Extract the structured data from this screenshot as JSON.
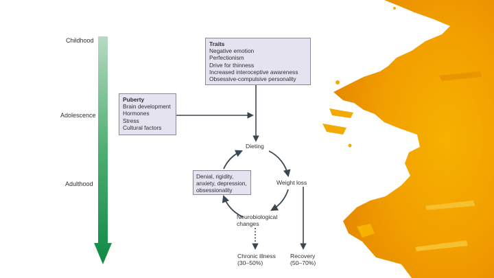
{
  "timeline": {
    "stages": [
      "Childhood",
      "Adolescence",
      "Adulthood"
    ]
  },
  "traits": {
    "title": "Traits",
    "items": [
      "Negative emotion",
      "Perfectionism",
      "Drive for thinness",
      "Increased interoceptive awareness",
      "Obsessive-compulsive personality"
    ]
  },
  "puberty": {
    "title": "Puberty",
    "items": [
      "Brain development",
      "Hormones",
      "Stress",
      "Cultural factors"
    ]
  },
  "cycle": {
    "dieting": "Dieting",
    "weight_loss": "Weight loss",
    "neuro_line1": "Neurobiological",
    "neuro_line2": "changes",
    "denial_lines": [
      "Denial, rigidity,",
      "anxiety, depression,",
      "obsessionality"
    ]
  },
  "outcomes": {
    "chronic_line1": "Chronic illness",
    "chronic_line2": "(30–50%)",
    "recovery_line1": "Recovery",
    "recovery_line2": "(50–70%)"
  },
  "colors": {
    "arrow_top": "#b7d9c2",
    "arrow_bottom": "#0e8a45",
    "box_fill": "#e6e3f0",
    "line": "#3a4650",
    "splash": "#f2a900"
  }
}
